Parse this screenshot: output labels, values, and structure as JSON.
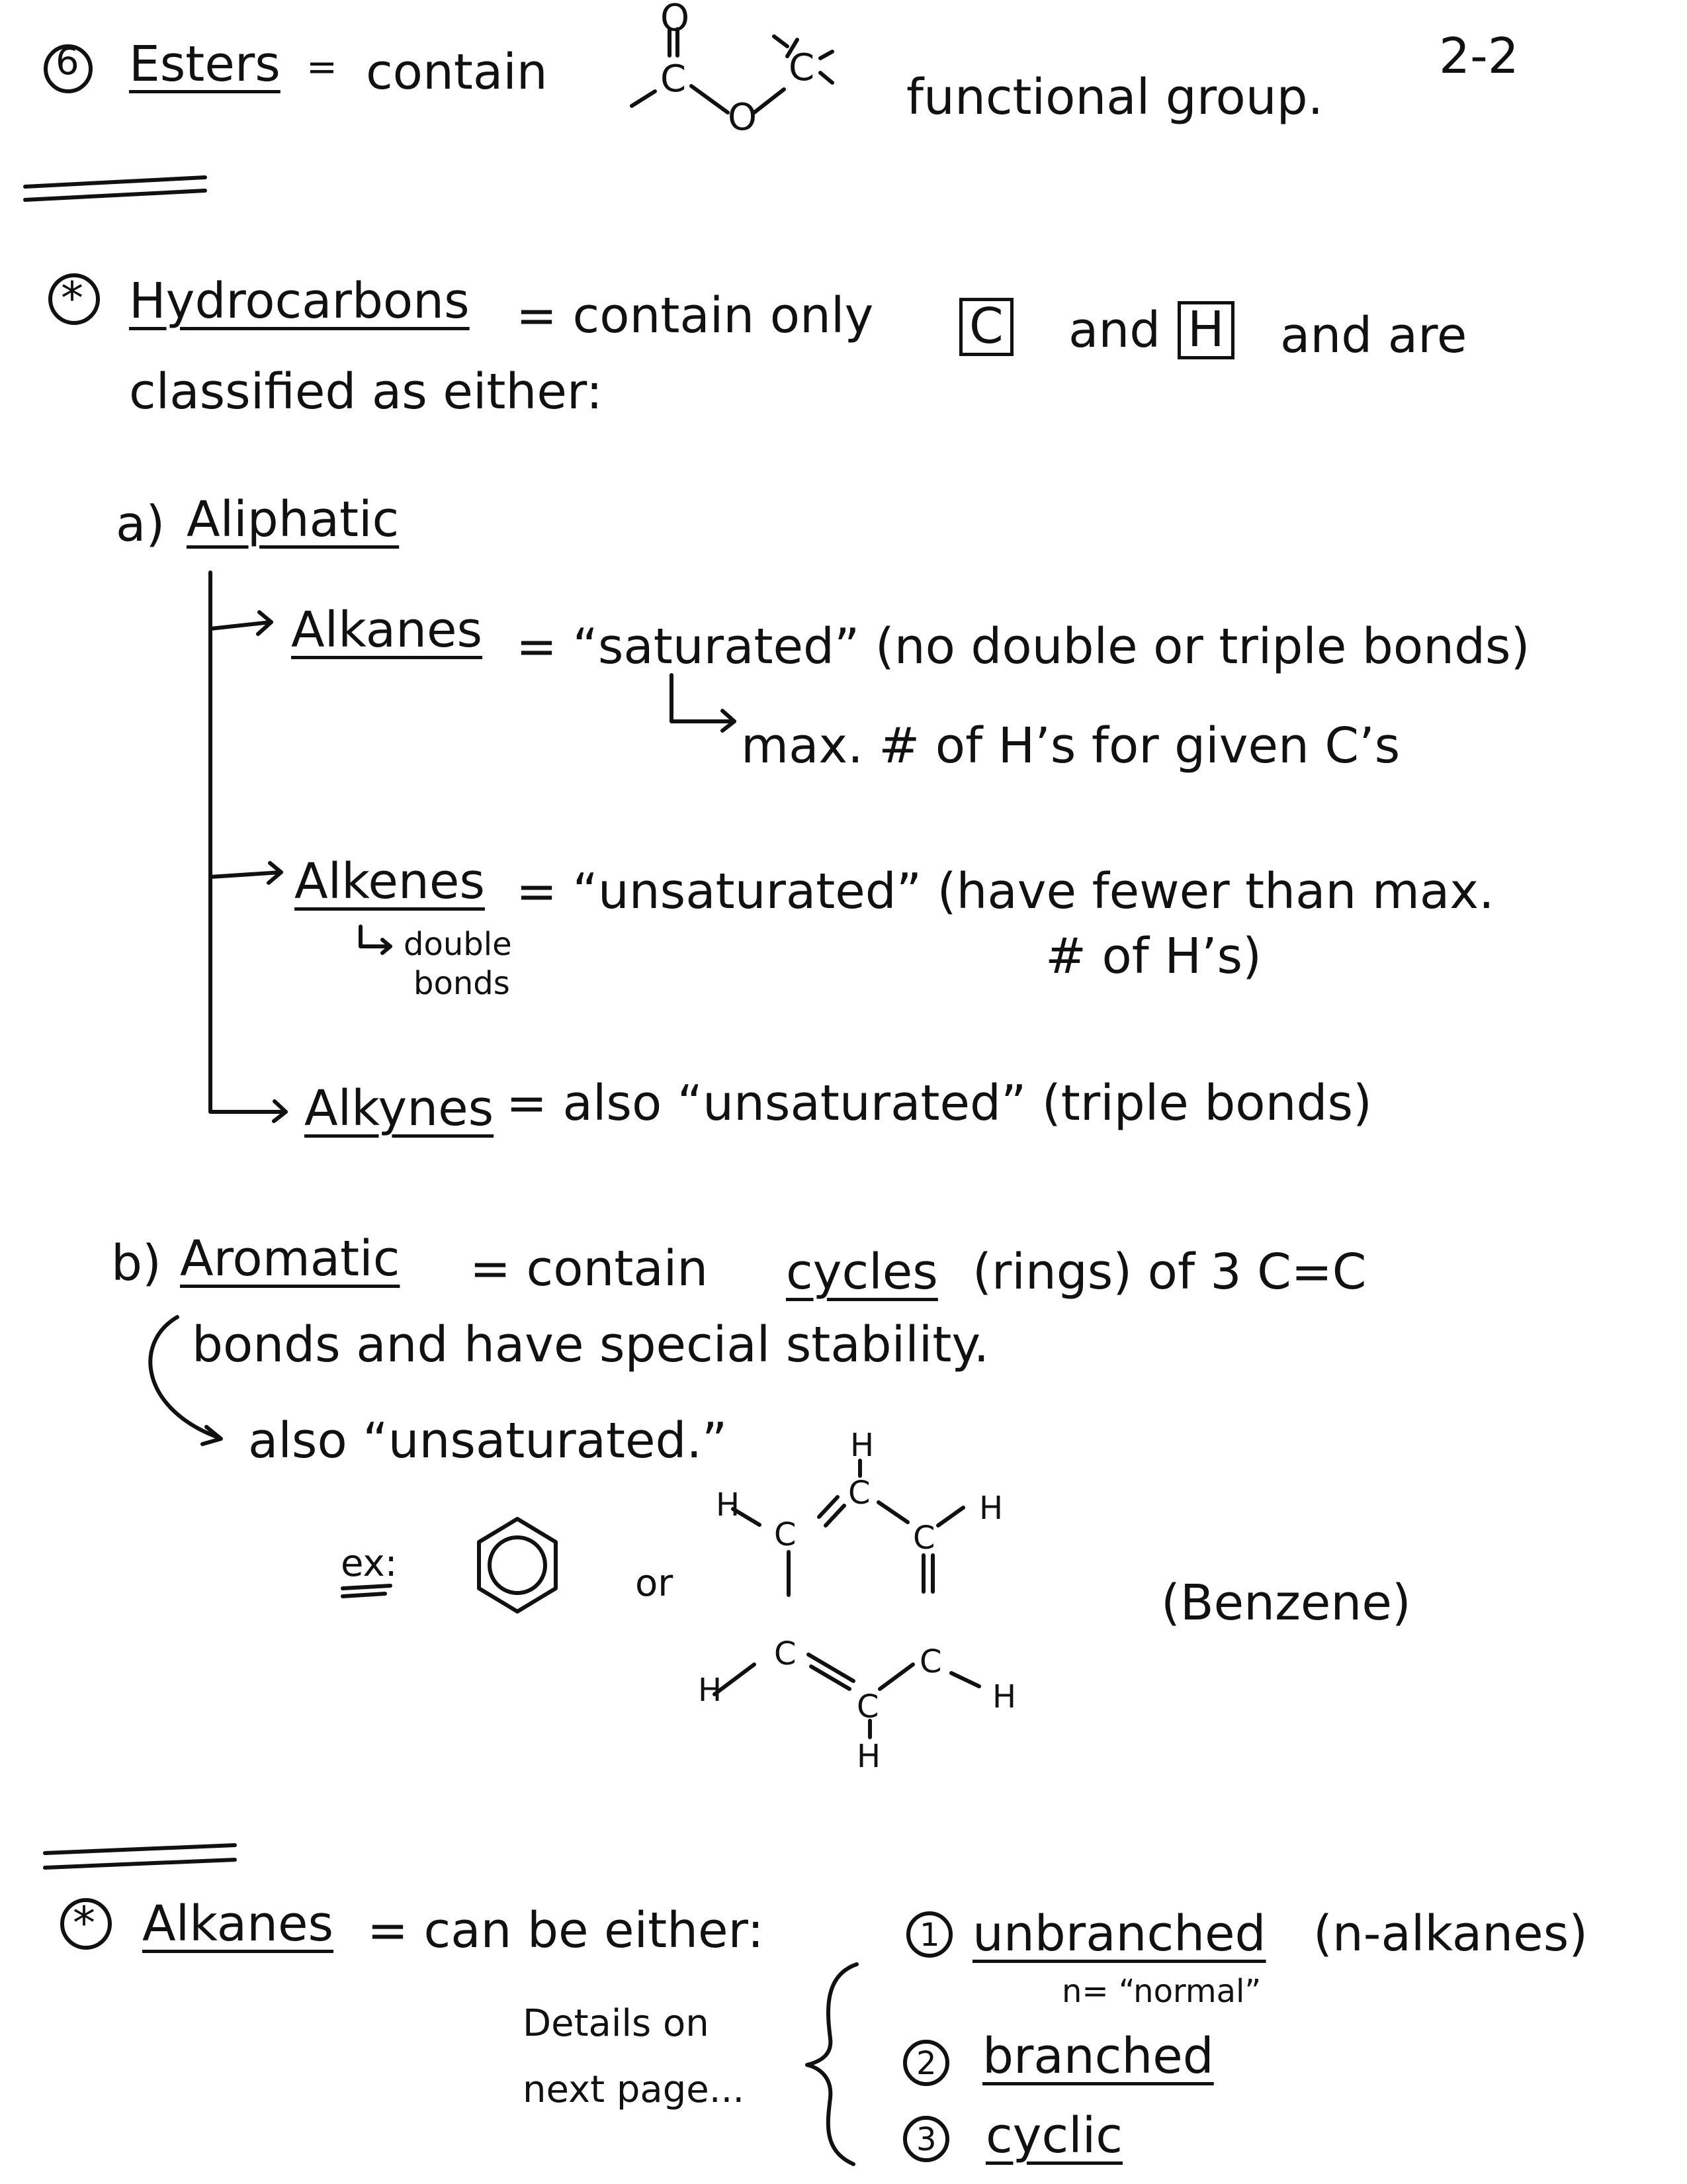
{
  "page_number": "2-2",
  "esters": {
    "number": "6",
    "term": "Esters",
    "equals": "=",
    "contain_text": "contain",
    "group_text": "functional group.",
    "struct_C1": "C",
    "struct_O_top": "O",
    "struct_O_mid": "O",
    "struct_C2": "C"
  },
  "hydrocarbons": {
    "star": "*",
    "term": "Hydrocarbons",
    "line1_rest": "= contain only",
    "box_c": "C",
    "and": "and",
    "box_h": "H",
    "and_are": "and are",
    "line2": "classified as either:"
  },
  "aliphatic": {
    "label": "a)",
    "term": "Aliphatic",
    "alkanes_term": "Alkanes",
    "alkanes_def": "= “saturated” (no double or triple bonds)",
    "alkanes_note": "max. # of H’s for given C’s",
    "alkenes_term": "Alkenes",
    "alkenes_def": "= “unsaturated” (have fewer than max.",
    "alkenes_def2": "# of H’s)",
    "alkenes_note1": "double",
    "alkenes_note2": "bonds",
    "alkynes_term": "Alkynes",
    "alkynes_def": "= also “unsaturated” (triple bonds)"
  },
  "aromatic": {
    "label": "b)",
    "term": "Aromatic",
    "def_eq": "= contain",
    "cycles": "cycles",
    "def_rest": "(rings) of 3 C=C",
    "line2": "bonds and have special stability.",
    "line3": "also “unsaturated.”",
    "ex": "ex:",
    "or": "or",
    "benzene": "(Benzene)",
    "atoms": {
      "H_top": "H",
      "C_top": "C",
      "H_ul": "H",
      "C_ul": "C",
      "H_ur": "H",
      "C_ur": "C",
      "C_ll": "C",
      "H_ll": "H",
      "C_lr": "C",
      "H_lr": "H",
      "C_bot": "C",
      "H_bot": "H"
    }
  },
  "alkanes_section": {
    "star": "*",
    "term": "Alkanes",
    "either": "= can be either:",
    "n1": "1",
    "opt1": "unbranched",
    "opt1_note": "(n-alkanes)",
    "n_normal": "n= “normal”",
    "details1": "Details on",
    "details2": "next page...",
    "n2": "2",
    "opt2": "branched",
    "n3": "3",
    "opt3": "cyclic"
  }
}
